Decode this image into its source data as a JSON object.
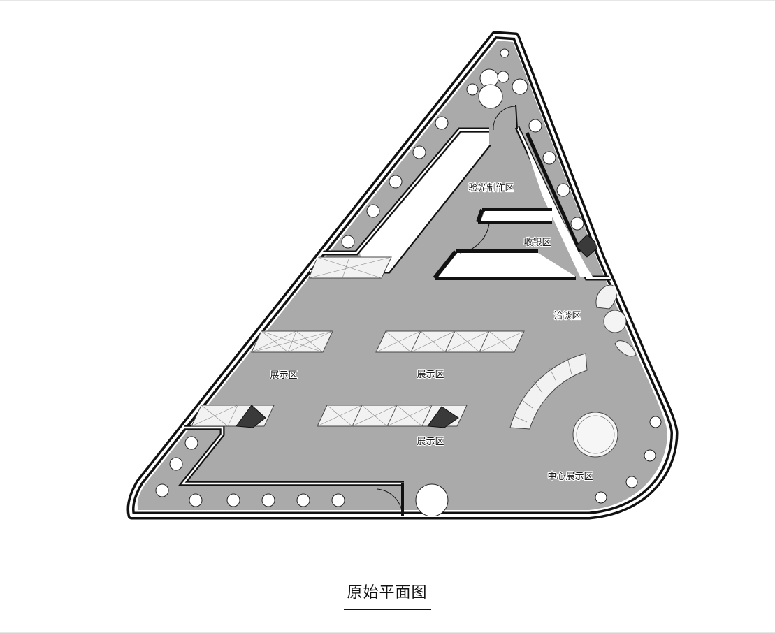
{
  "plan": {
    "zones": [
      {
        "id": "yanguang",
        "label": "验光制作区"
      },
      {
        "id": "shouyin",
        "label": "收银区"
      },
      {
        "id": "qiatan",
        "label": "洽谈区"
      },
      {
        "id": "zhanshi-left",
        "label": "展示区"
      },
      {
        "id": "zhanshi-center",
        "label": "展示区"
      },
      {
        "id": "zhanshi-lower",
        "label": "展示区"
      },
      {
        "id": "zhongxin",
        "label": "中心展示区"
      }
    ],
    "caption": "原始平面图"
  },
  "colors": {
    "floor": "#aaaaaa",
    "wall": "#111111",
    "display_fixture": "#f2f2f2",
    "dark_marker": "#3a3a3a"
  }
}
